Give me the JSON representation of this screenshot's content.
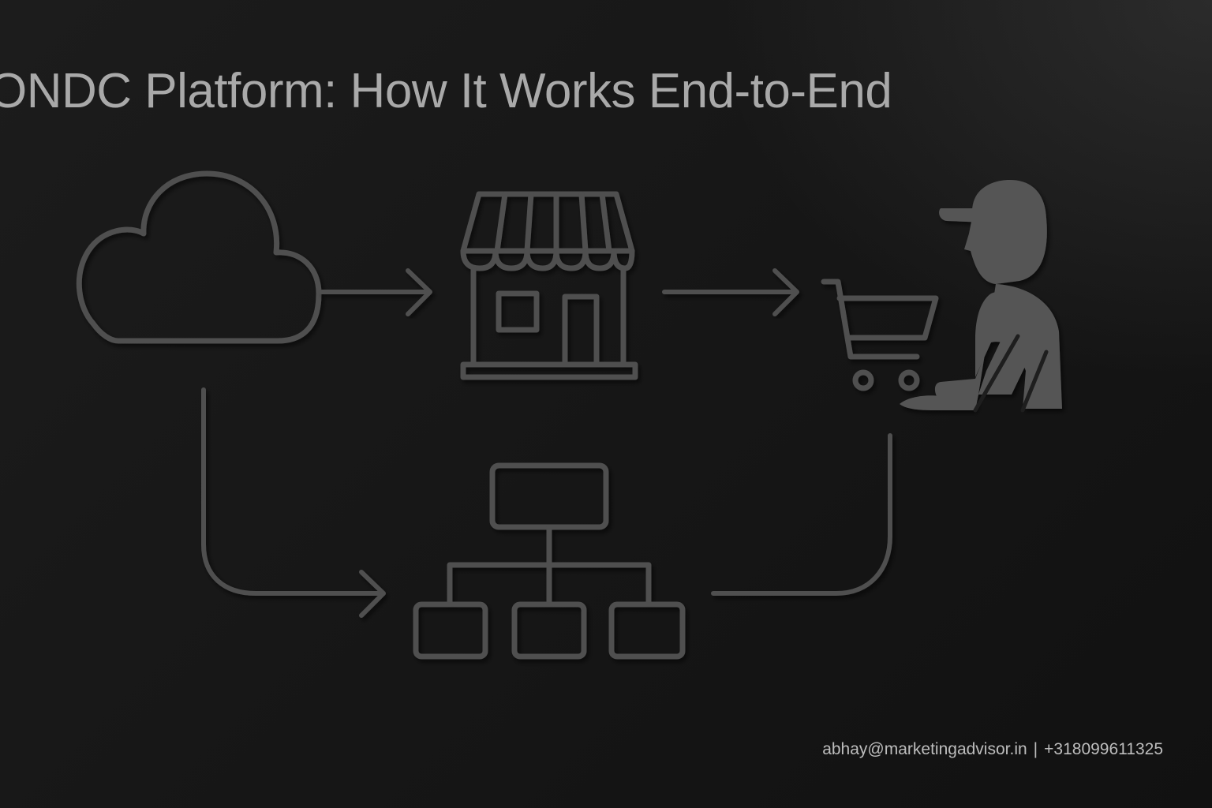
{
  "title": "ONDC Platform: How It Works End-to-End",
  "footer": {
    "email": "abhay@marketingadvisor.in",
    "separator": "|",
    "phone": "+318099611325"
  },
  "colors": {
    "background": "#171717",
    "stroke": "#4f4f4f",
    "person": "#555555",
    "title": "#a9a9a9",
    "footer": "#bdbdbd"
  },
  "icons": [
    "cloud-icon",
    "storefront-icon",
    "shopping-cart-icon",
    "person-cap-icon",
    "network-hierarchy-icon"
  ]
}
